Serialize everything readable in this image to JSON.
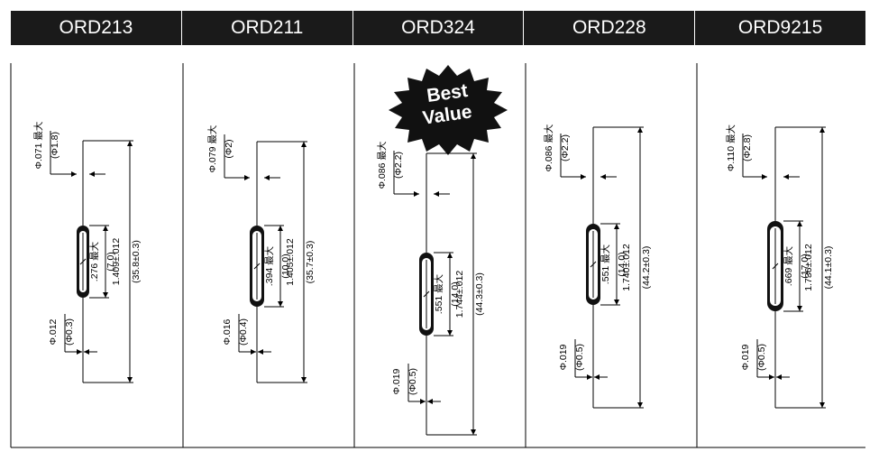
{
  "badge": {
    "line1": "Best",
    "line2": "Value"
  },
  "models": [
    {
      "name": "ORD213",
      "lead_dia_top": "Φ.071",
      "lead_dia_top_mm": "(Φ1.8)",
      "max_label": "最大",
      "body_len": ".276",
      "body_len_mm": "(7.0)",
      "total_len": "1.409±.012",
      "total_len_mm": "(35.8±0.3)",
      "lead_dia_bottom": "Φ.012",
      "lead_dia_bottom_mm": "(Φ0.3)"
    },
    {
      "name": "ORD211",
      "lead_dia_top": "Φ.079",
      "lead_dia_top_mm": "(Φ2)",
      "max_label": "最大",
      "body_len": ".394",
      "body_len_mm": "(10.0)",
      "total_len": "1.405±.012",
      "total_len_mm": "(35.7±0.3)",
      "lead_dia_bottom": "Φ.016",
      "lead_dia_bottom_mm": "(Φ0.4)"
    },
    {
      "name": "ORD324",
      "lead_dia_top": "Φ.086",
      "lead_dia_top_mm": "(Φ2.2)",
      "max_label": "最大",
      "body_len": ".551",
      "body_len_mm": "(14.0)",
      "total_len": "1.744±.012",
      "total_len_mm": "(44.3±0.3)",
      "lead_dia_bottom": "Φ.019",
      "lead_dia_bottom_mm": "(Φ0.5)"
    },
    {
      "name": "ORD228",
      "lead_dia_top": "Φ.086",
      "lead_dia_top_mm": "(Φ2.2)",
      "max_label": "最大",
      "body_len": ".551",
      "body_len_mm": "(14.0)",
      "total_len": "1.740±.012",
      "total_len_mm": "(44.2±0.3)",
      "lead_dia_bottom": "Φ.019",
      "lead_dia_bottom_mm": "(Φ0.5)"
    },
    {
      "name": "ORD9215",
      "lead_dia_top": "Φ.110",
      "lead_dia_top_mm": "(Φ2.8)",
      "max_label": "最大",
      "body_len": ".669",
      "body_len_mm": "(17.0)",
      "total_len": "1.736±.012",
      "total_len_mm": "(44.1±0.3)",
      "lead_dia_bottom": "Φ.019",
      "lead_dia_bottom_mm": "(Φ0.5)"
    }
  ]
}
